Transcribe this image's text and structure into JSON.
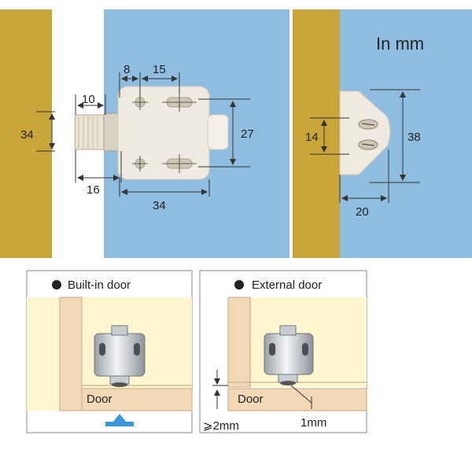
{
  "top": {
    "unit_label": "In mm",
    "dims_left": {
      "edge_height": "34",
      "width": "10",
      "offset": "16"
    },
    "dims_main": {
      "hole_gap": "8",
      "hole_spacing": "15",
      "body_height": "27",
      "body_length": "34"
    },
    "dims_strike": {
      "inner": "14",
      "height": "38",
      "depth": "20"
    },
    "colors": {
      "wood": "#c9a53a",
      "panel": "#8fbde0",
      "latch": "#efeae0"
    }
  },
  "bottom": {
    "builtin": {
      "title": "Built-in door",
      "door_label": "Door"
    },
    "external": {
      "title": "External door",
      "door_label": "Door",
      "gap_label": "⩾2mm",
      "offset_label": "1mm"
    }
  }
}
